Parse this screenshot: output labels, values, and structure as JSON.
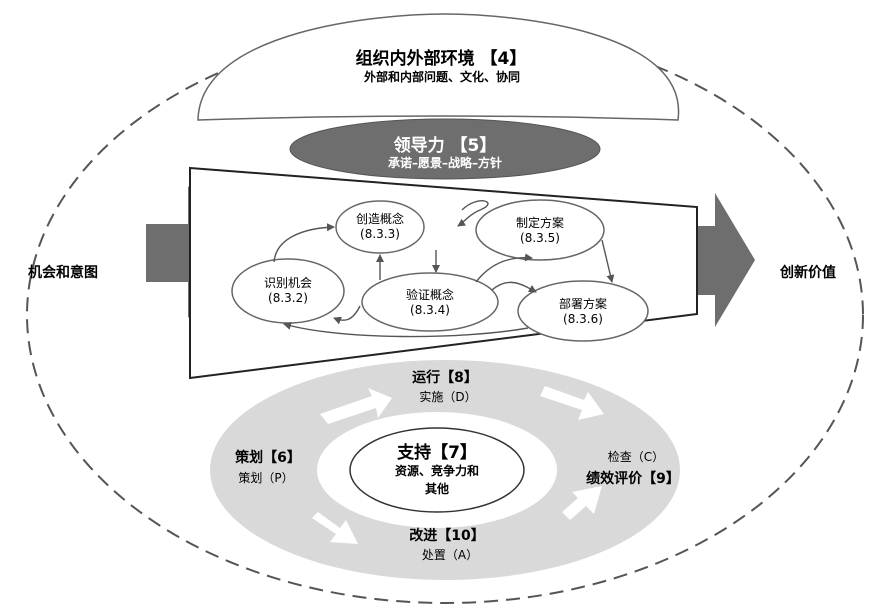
{
  "environment": {
    "title": "组织内外部环境 【4】",
    "subtitle": "外部和内部问题、文化、协同"
  },
  "leadership": {
    "title": "领导力 【5】",
    "subtitle": "承诺–愿景–战略–方针"
  },
  "input_label": "机会和意图",
  "output_label": "创新价值",
  "processes": [
    {
      "name": "创造概念",
      "code": "(8.3.3)"
    },
    {
      "name": "制定方案",
      "code": "(8.3.5)"
    },
    {
      "name": "识别机会",
      "code": "(8.3.2)"
    },
    {
      "name": "验证概念",
      "code": "(8.3.4)"
    },
    {
      "name": "部署方案",
      "code": "(8.3.6)"
    }
  ],
  "cycle": {
    "operation": {
      "title": "运行【8】",
      "subtitle": "实施（D）"
    },
    "planning": {
      "title": "策划【6】",
      "subtitle": "策划（P）"
    },
    "check": {
      "subtitle": "检查（C）",
      "title": "绩效评价【9】"
    },
    "improvement": {
      "title": "改进【10】",
      "subtitle": "处置（A）"
    },
    "support": {
      "title": "支持【7】",
      "line1": "资源、竞争力和",
      "line2": "其他"
    }
  },
  "colors": {
    "dark_gray": "#6e6e6e",
    "light_gray": "#d9d9d9",
    "white": "#ffffff",
    "outline": "#666666"
  }
}
